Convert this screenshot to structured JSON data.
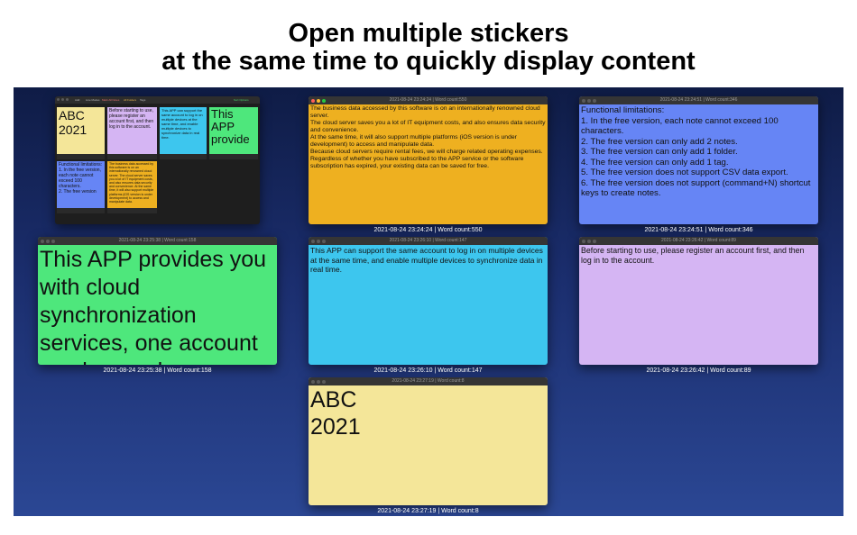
{
  "headline": {
    "line1": "Open multiple stickers",
    "line2": "at the same time to quickly display content"
  },
  "colors": {
    "yellow": "#f4e699",
    "orange": "#eeb020",
    "blue": "#6685f5",
    "green": "#4ee77c",
    "cyan": "#3dc6ee",
    "purple": "#d5b5f3",
    "desktop_top": "#0f1c46",
    "desktop_bottom": "#2b4794"
  },
  "mini_app": {
    "toolbar": [
      "Add",
      "Line Modes",
      "Mark All Notes",
      "All Folders",
      "Tags"
    ],
    "toolbar_right": "Sort Options",
    "cells": [
      {
        "text": "ABC\n2021",
        "color": "yellow"
      },
      {
        "text": "Before starting to use, please register an account first, and then log in to the account.",
        "color": "purple"
      },
      {
        "text": "This APP can support the same account to log in on multiple devices at the same time, and enable multiple devices to synchronize data in real time.",
        "color": "cyan"
      },
      {
        "text": "This APP provide",
        "color": "green"
      },
      {
        "text": "Functional limitations:\n1. In the free version, each note cannot exceed 100 characters.\n2. The free version",
        "color": "blue"
      },
      {
        "text": "The business data accessed by this software is on an internationally renowned cloud server. The cloud server saves you a lot of IT equipment costs, and also ensures data security and convenience. At the same time, it will also support multiple platforms (iOS version is under development) to access and manipulate data.",
        "color": "orange"
      }
    ]
  },
  "notes": [
    {
      "id": "orange",
      "title": "2021-08-24 23:24:24 | Word count:550",
      "text": "The business data accessed by this software is on an internationally renowned cloud server.\nThe cloud server saves you a lot of IT equipment costs, and also ensures data security and convenience.\nAt the same time, it will also support multiple platforms (iOS version is under development) to access and manipulate data.\nBecause cloud servers require rental fees, we will charge related operating expenses.\nRegardless of whether you have subscribed to the APP service or the software subscription has expired, your existing data can be saved for free.",
      "caption": "2021-08-24 23:24:24 | Word count:550"
    },
    {
      "id": "blue",
      "title": "2021-08-24 23:24:51 | Word count:346",
      "text": "Functional limitations:\n1. In the free version, each note cannot exceed 100 characters.\n2. The free version can only add 2 notes.\n3. The free version can only add 1 folder.\n4. The free version can only add 1 tag.\n5. The free version does not support CSV data export.\n6. The free version does not support (command+N) shortcut keys to create notes.",
      "caption": "2021-08-24 23:24:51 | Word count:346"
    },
    {
      "id": "green",
      "title": "2021-08-24 23:25:38 | Word count:158",
      "text": "This APP provides you with cloud synchronization services, one account can be used on multiple",
      "caption": "2021-08-24 23:25:38 | Word count:158"
    },
    {
      "id": "cyan",
      "title": "2021-08-24 23:26:10 | Word count:147",
      "text": "This APP can support the same account to log in on multiple devices at the same time, and enable multiple devices to synchronize data in real time.",
      "caption": "2021-08-24 23:26:10 | Word count:147"
    },
    {
      "id": "purple",
      "title": "2021-08-24 23:26:42 | Word count:89",
      "text": "Before starting to use, please register an account first, and then log in to the account.",
      "caption": "2021-08-24 23:26:42 | Word count:89"
    },
    {
      "id": "yellow",
      "title": "2021-08-24 23:27:19 | Word count:8",
      "text": "ABC\n2021",
      "caption": "2021-08-24 23:27:19 | Word count:8"
    }
  ]
}
